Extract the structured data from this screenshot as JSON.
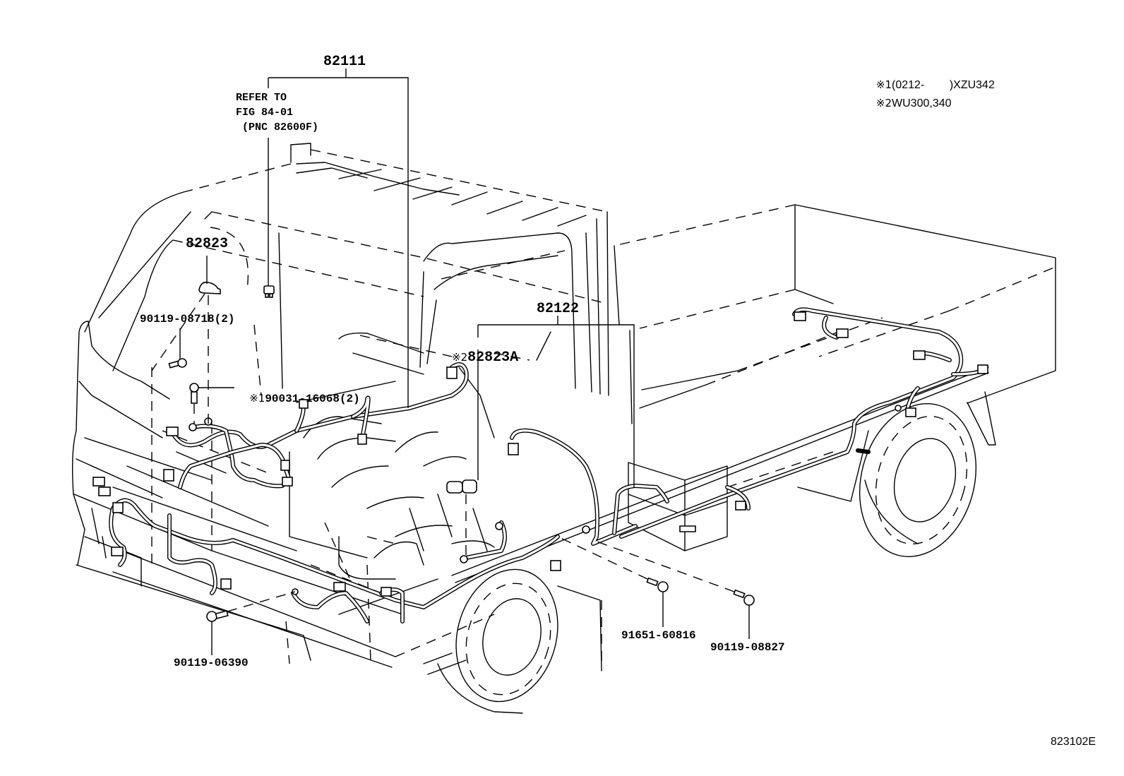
{
  "diagram": {
    "type": "parts-exploded-view",
    "subject": "truck wiring harness",
    "figure_code": "823102E",
    "notes": [
      {
        "mark": "※1",
        "text": "(0212-        )XZU342"
      },
      {
        "mark": "※2",
        "text": "WU300,340"
      }
    ],
    "callouts": {
      "harness_main": {
        "part": "82111"
      },
      "refer": {
        "line1": "REFER TO",
        "line2": "FIG 84-01",
        "line3": " (PNC 82600F)"
      },
      "bracket_82823": {
        "part": "82823"
      },
      "bolt_08718": {
        "part": "90119-08718(2)"
      },
      "bolt_16068": {
        "mark": "※1",
        "part": "90031-16068(2)"
      },
      "harness_rear": {
        "part": "82122"
      },
      "bracket_82823A": {
        "mark": "※2",
        "part": "82823A"
      },
      "bolt_06390": {
        "part": "90119-06390"
      },
      "screw_60816": {
        "part": "91651-60816"
      },
      "bolt_08827": {
        "part": "90119-08827"
      }
    }
  }
}
